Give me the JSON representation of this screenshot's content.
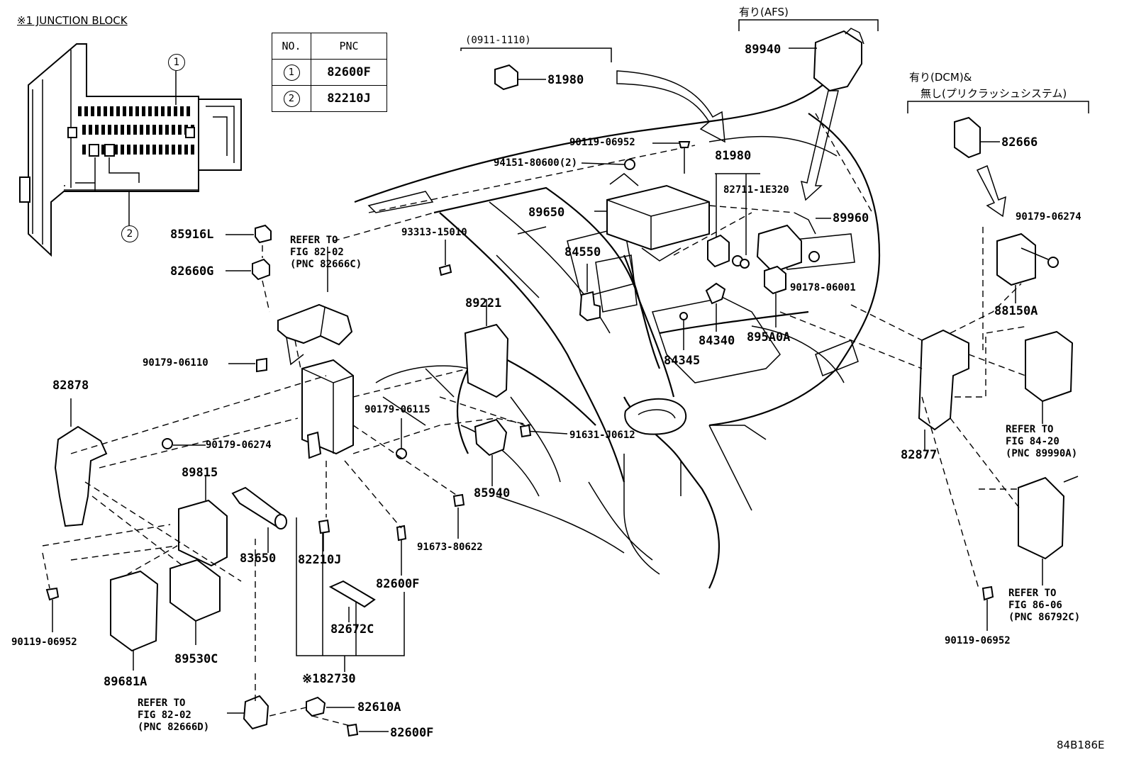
{
  "junction_block": {
    "title": "※1 JUNCTION BLOCK",
    "callouts": [
      "1",
      "2"
    ]
  },
  "pnc_table": {
    "header_no": "NO.",
    "header_pnc": "PNC",
    "rows": [
      {
        "no": "1",
        "pnc": "82600F"
      },
      {
        "no": "2",
        "pnc": "82210J"
      }
    ]
  },
  "groups": {
    "date_range": "(0911-1110)",
    "afs": "有り(AFS)",
    "dcm_line1": "有り(DCM)&",
    "dcm_line2": "無し(プリクラッシュシステム)"
  },
  "labels": {
    "p81980_top": "81980",
    "p89940": "89940",
    "p82666": "82666",
    "p90119_06952_top": "90119-06952",
    "p94151_80600": "94151-80600(2)",
    "p81980_mid": "81980",
    "p82711_1E320": "82711-1E320",
    "p89650": "89650",
    "p89960": "89960",
    "p93313_15010": "93313-15010",
    "p84550": "84550",
    "p90179_06274_right": "90179-06274",
    "p90178_06001": "90178-06001",
    "p85916L": "85916L",
    "p82660G": "82660G",
    "p89221": "89221",
    "p88150A": "88150A",
    "p84340": "84340",
    "p895A0A": "895A0A",
    "p84345": "84345",
    "p90179_06110": "90179-06110",
    "p82878": "82878",
    "p90179_06115": "90179-06115",
    "p91631_J0612": "91631-J0612",
    "p90179_06274_left": "90179-06274",
    "p82877": "82877",
    "p89815": "89815",
    "p85940": "85940",
    "p91673_80622": "91673-80622",
    "p83650": "83650",
    "p82210J": "82210J",
    "p82600F_mid": "82600F",
    "p90119_06952_left": "90119-06952",
    "p82672C": "82672C",
    "p89530C": "89530C",
    "p89681A": "89681A",
    "p82730": "※182730",
    "p82610A": "82610A",
    "p82600F_bot": "82600F",
    "p90119_06952_right": "90119-06952"
  },
  "refer_notes": {
    "fig82_02_c": [
      "REFER TO",
      "FIG 82-02",
      "(PNC 82666C)"
    ],
    "fig84_20": [
      "REFER TO",
      "FIG 84-20",
      "(PNC 89990A)"
    ],
    "fig86_06": [
      "REFER TO",
      "FIG 86-06",
      "(PNC 86792C)"
    ],
    "fig82_02_d": [
      "REFER TO",
      "FIG 82-02",
      "(PNC 82666D)"
    ]
  },
  "figure_id": "84B186E"
}
